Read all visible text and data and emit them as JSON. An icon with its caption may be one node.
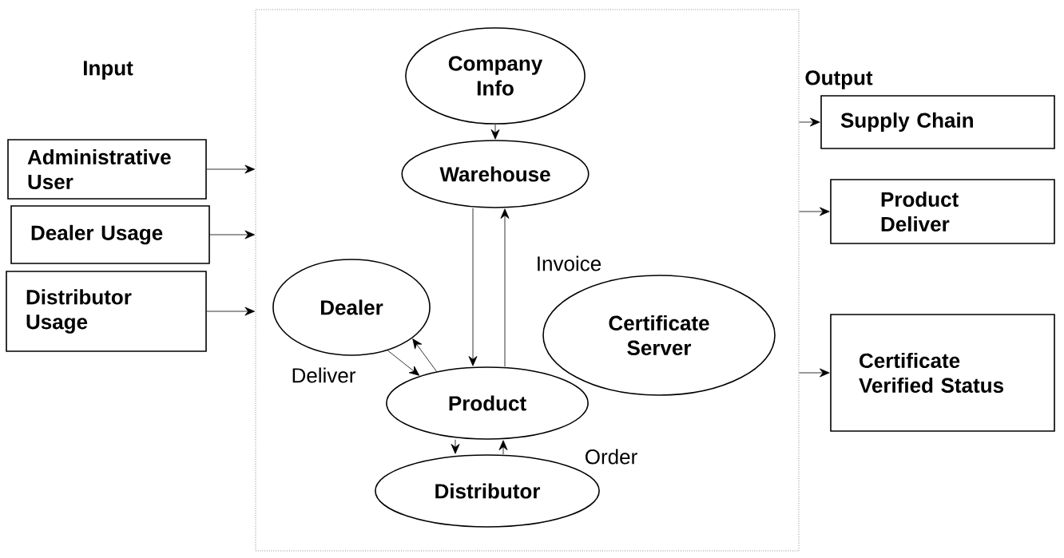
{
  "diagram": {
    "nodes": [
      {
        "text": [
          "Administrative User"
        ]
      },
      {
        "text": [
          "Dealer Usage"
        ]
      },
      {
        "text": [
          "Distributor Usage"
        ]
      },
      {
        "text": [],
        "shape": "box"
      },
      {
        "text": [
          "Company Info"
        ],
        "in": 3
      },
      {
        "text": [
          "Warehouse"
        ],
        "in": 3
      },
      {
        "text": [
          "Dealer"
        ],
        "in": 3
      },
      {
        "text": [
          "Certificate Server"
        ],
        "in": 3
      },
      {
        "text": [
          "Product"
        ],
        "in": 3
      },
      {
        "text": [
          "Distributor"
        ],
        "in": 3
      },
      {
        "text": [
          "Supply Chain"
        ]
      },
      {
        "text": [
          "Product Deliver"
        ]
      },
      {
        "text": [
          "Certificate Verified Status"
        ]
      }
    ],
    "edges": [
      {
        "from": 0,
        "to": 3,
        "arrow": "to"
      },
      {
        "from": 1,
        "to": 3,
        "arrow": "to"
      },
      {
        "from": 2,
        "to": 3,
        "arrow": "to"
      },
      {
        "from": 3,
        "to": 10,
        "arrow": "to"
      },
      {
        "from": 3,
        "to": 11,
        "arrow": "to"
      },
      {
        "from": 3,
        "to": 12,
        "arrow": "to"
      },
      {
        "from": 4,
        "to": 5,
        "arrow": "to"
      },
      {
        "from": 5,
        "to": 8,
        "arrow": "to"
      },
      {
        "from": 8,
        "to": 5,
        "arrow": "to",
        "label": "Invoice"
      },
      {
        "from": 6,
        "to": 8,
        "arrow": "to",
        "label": "Deliver"
      },
      {
        "from": 8,
        "to": 6,
        "arrow": "to"
      },
      {
        "from": 8,
        "to": 9,
        "arrow": "to"
      },
      {
        "from": 9,
        "to": 8,
        "arrow": "to",
        "label": "Order"
      }
    ],
    "labels": [
      "Input",
      "Output"
    ]
  }
}
